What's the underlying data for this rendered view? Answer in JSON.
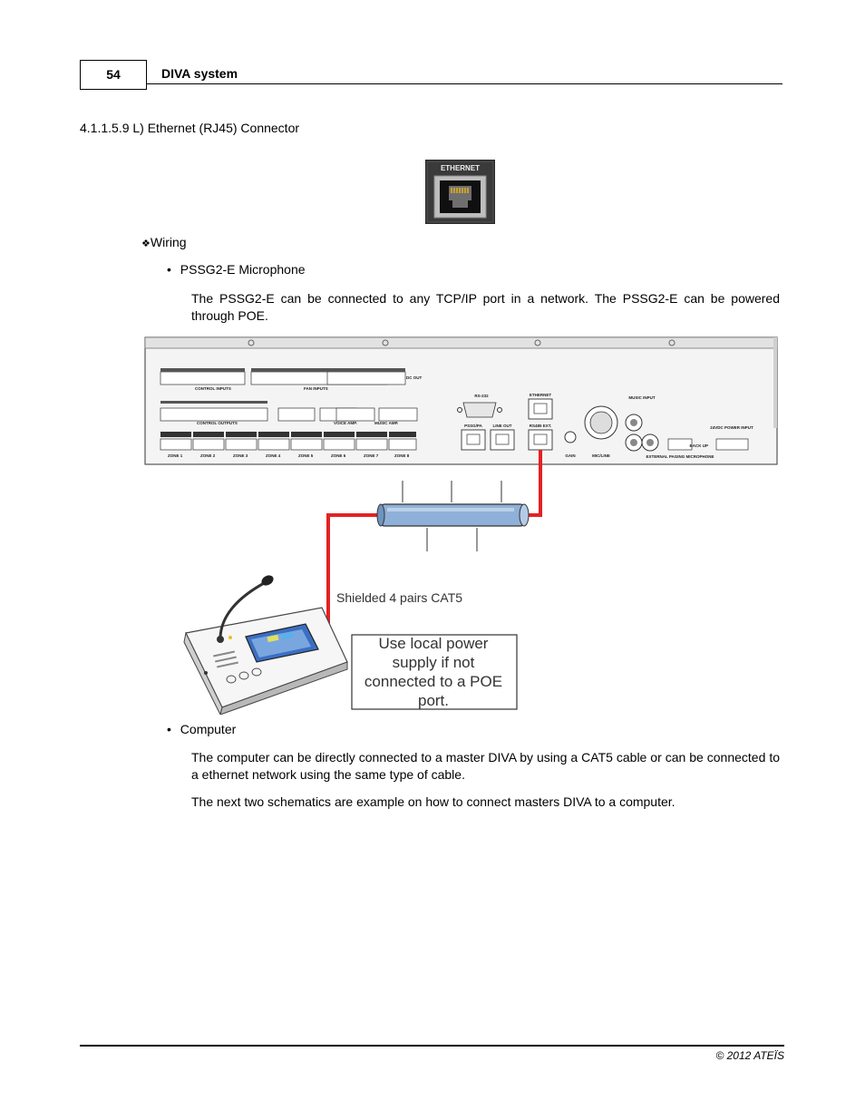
{
  "header": {
    "page_number": "54",
    "doc_title": "DIVA system"
  },
  "section": {
    "heading": "4.1.1.5.9  L) Ethernet (RJ45) Connector"
  },
  "ethernet_photo": {
    "label": "ETHERNET"
  },
  "wiring": {
    "marker": "❖",
    "label": "Wiring"
  },
  "pssg2": {
    "bullet": "•",
    "title": "PSSG2-E Microphone",
    "description": "The PSSG2-E can be connected to any TCP/IP port in a network. The PSSG2-E can be powered through POE."
  },
  "diagram": {
    "cable_label": "Shielded 4 pairs CAT5",
    "power_note_lines": [
      "Use local power",
      "supply if not",
      "connected to a POE",
      "port."
    ],
    "panel_labels": {
      "rs232": "RS-232",
      "ethernet": "ETHERNET",
      "pssg_pa": "PSSG/PA",
      "line_out": "LINE OUT",
      "rs485": "RS485 EXT.",
      "music_input": "MUSIC INPUT",
      "mic_line": "MIC/LINE",
      "gain": "GAIN",
      "ext_mic": "EXTERNAL PAGING MICROPHONE",
      "power_input": "24VDC POWER INPUT",
      "backup": "BACK UP",
      "dc_out": "DC OUT",
      "control_inputs": "CONTROL INPUTS",
      "control_outputs": "CONTROL OUTPUTS",
      "fan_inputs": "FAN INPUTS",
      "voice_amp": "VOICE AMP.",
      "music_amp": "MUSIC AMP.",
      "zones": [
        "ZONE 1",
        "ZONE 2",
        "ZONE 3",
        "ZONE 4",
        "ZONE 5",
        "ZONE 6",
        "ZONE 7",
        "ZONE 8"
      ]
    },
    "colors": {
      "cable_red": "#e32222",
      "tube_blue": "#8fb0d8"
    }
  },
  "computer": {
    "bullet": "•",
    "title": "Computer",
    "description1": "The computer can be directly connected to a master DIVA by using a CAT5 cable or can be connected to a ethernet network using the same type of cable.",
    "description2": "The next two schematics are example on how to connect masters DIVA to a computer."
  },
  "footer": {
    "copyright": "© 2012 ATEÏS"
  }
}
